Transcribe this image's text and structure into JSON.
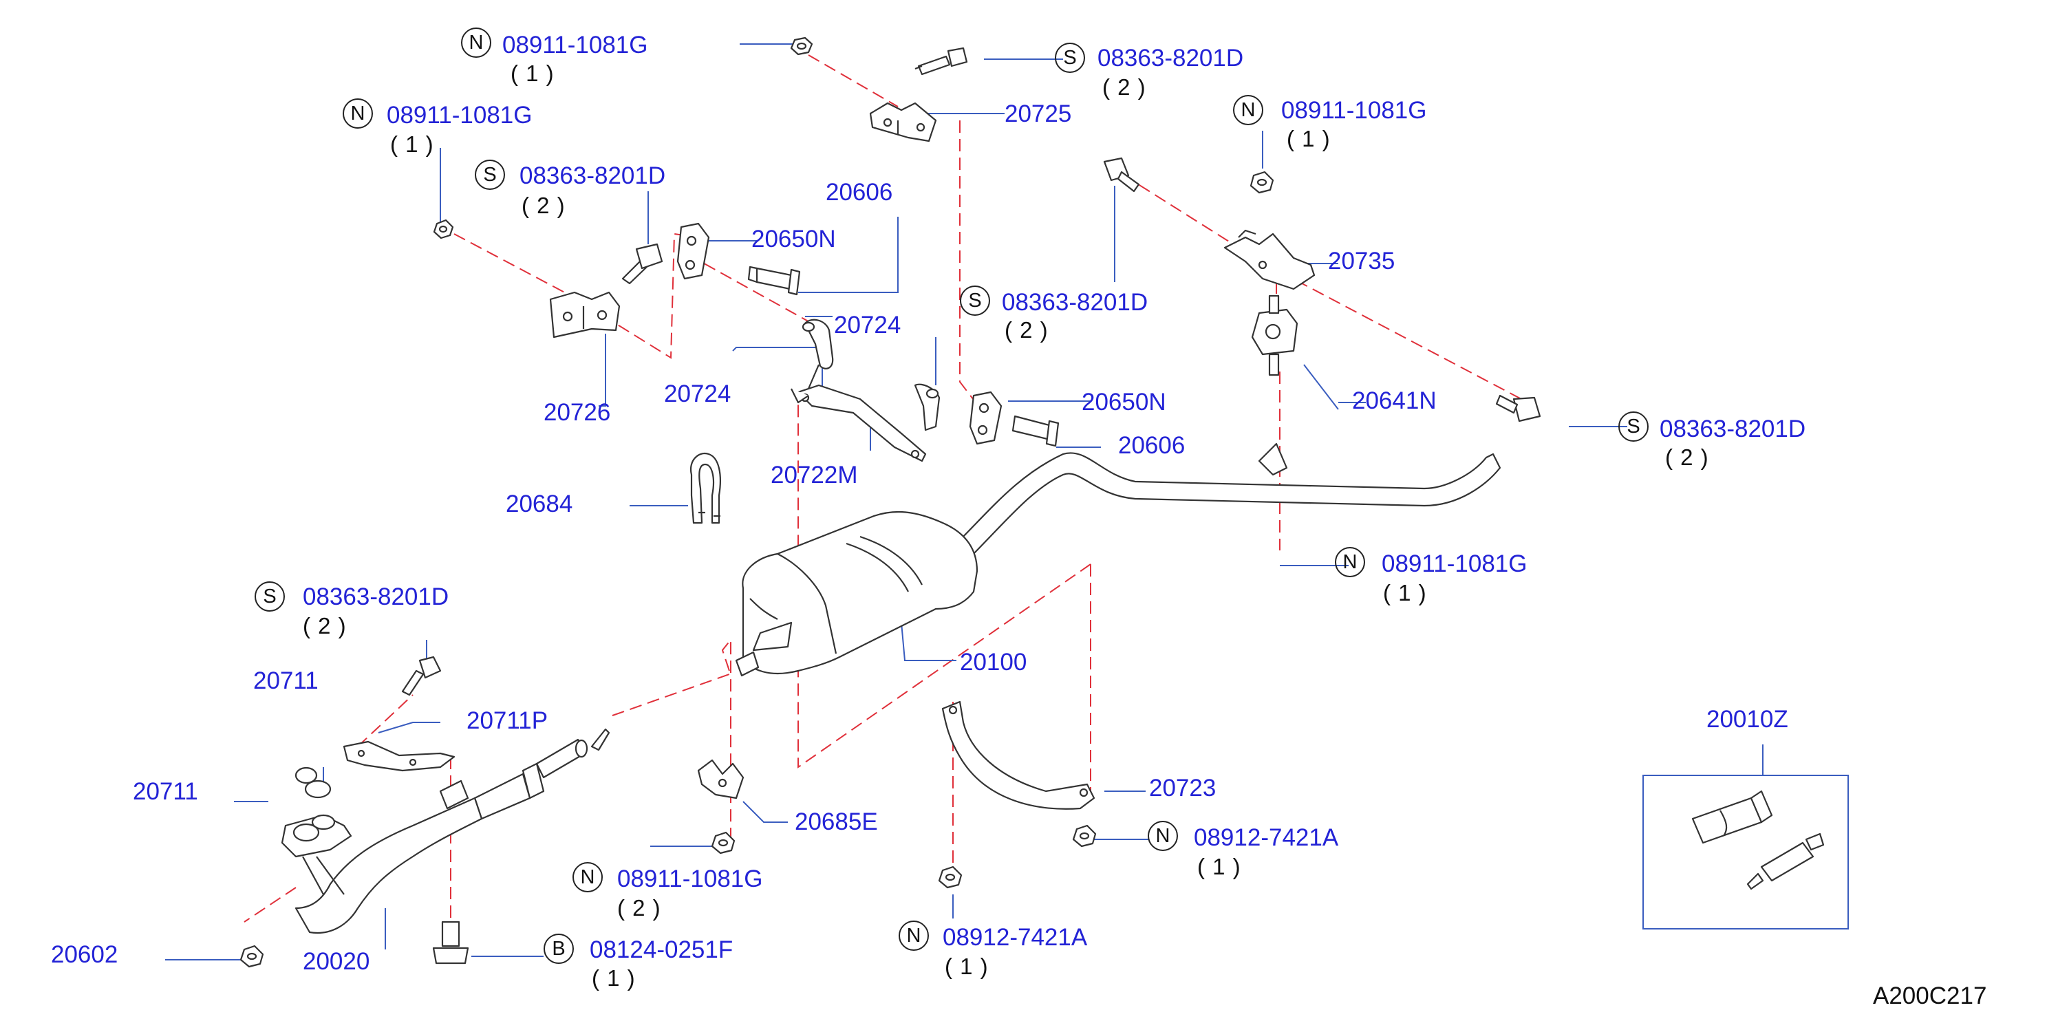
{
  "colors": {
    "label": "#2323d6",
    "leader": "#3a5dbf",
    "dash": "#e0303a",
    "part_outline": "#333333"
  },
  "parts": [
    {
      "id": "p1",
      "badge": "N",
      "number": "08911-1081G",
      "qty": "( 1 )"
    },
    {
      "id": "p2",
      "badge": "S",
      "number": "08363-8201D",
      "qty": "( 2 )"
    },
    {
      "id": "p3",
      "badge": "",
      "number": "20725",
      "qty": ""
    },
    {
      "id": "p4",
      "badge": "N",
      "number": "08911-1081G",
      "qty": "( 1 )"
    },
    {
      "id": "p5",
      "badge": "N",
      "number": "08911-1081G",
      "qty": "( 1 )"
    },
    {
      "id": "p6",
      "badge": "S",
      "number": "08363-8201D",
      "qty": "( 2 )"
    },
    {
      "id": "p7",
      "badge": "",
      "number": "20606",
      "qty": ""
    },
    {
      "id": "p8",
      "badge": "",
      "number": "20650N",
      "qty": ""
    },
    {
      "id": "p9",
      "badge": "",
      "number": "20735",
      "qty": ""
    },
    {
      "id": "p10",
      "badge": "S",
      "number": "08363-8201D",
      "qty": "( 2 )"
    },
    {
      "id": "p11",
      "badge": "",
      "number": "20724",
      "qty": ""
    },
    {
      "id": "p12",
      "badge": "",
      "number": "20724",
      "qty": ""
    },
    {
      "id": "p13",
      "badge": "",
      "number": "20726",
      "qty": ""
    },
    {
      "id": "p14",
      "badge": "",
      "number": "20641N",
      "qty": ""
    },
    {
      "id": "p15",
      "badge": "S",
      "number": "08363-8201D",
      "qty": "( 2 )"
    },
    {
      "id": "p16",
      "badge": "",
      "number": "20650N",
      "qty": ""
    },
    {
      "id": "p17",
      "badge": "",
      "number": "20606",
      "qty": ""
    },
    {
      "id": "p18",
      "badge": "",
      "number": "20722M",
      "qty": ""
    },
    {
      "id": "p19",
      "badge": "",
      "number": "20684",
      "qty": ""
    },
    {
      "id": "p20",
      "badge": "N",
      "number": "08911-1081G",
      "qty": "( 1 )"
    },
    {
      "id": "p21",
      "badge": "S",
      "number": "08363-8201D",
      "qty": "( 2 )"
    },
    {
      "id": "p22",
      "badge": "",
      "number": "20100",
      "qty": ""
    },
    {
      "id": "p23",
      "badge": "",
      "number": "20711",
      "qty": ""
    },
    {
      "id": "p24",
      "badge": "",
      "number": "20711P",
      "qty": ""
    },
    {
      "id": "p25",
      "badge": "",
      "number": "20010Z",
      "qty": ""
    },
    {
      "id": "p26",
      "badge": "",
      "number": "20711",
      "qty": ""
    },
    {
      "id": "p27",
      "badge": "",
      "number": "20723",
      "qty": ""
    },
    {
      "id": "p28",
      "badge": "",
      "number": "20685E",
      "qty": ""
    },
    {
      "id": "p29",
      "badge": "N",
      "number": "08912-7421A",
      "qty": "( 1 )"
    },
    {
      "id": "p30",
      "badge": "N",
      "number": "08911-1081G",
      "qty": "( 2 )"
    },
    {
      "id": "p31",
      "badge": "N",
      "number": "08912-7421A",
      "qty": "( 1 )"
    },
    {
      "id": "p32",
      "badge": "",
      "number": "20602",
      "qty": ""
    },
    {
      "id": "p33",
      "badge": "B",
      "number": "08124-0251F",
      "qty": "( 1 )"
    },
    {
      "id": "p34",
      "badge": "",
      "number": "20020",
      "qty": ""
    }
  ],
  "drawing_code": "A200C217"
}
